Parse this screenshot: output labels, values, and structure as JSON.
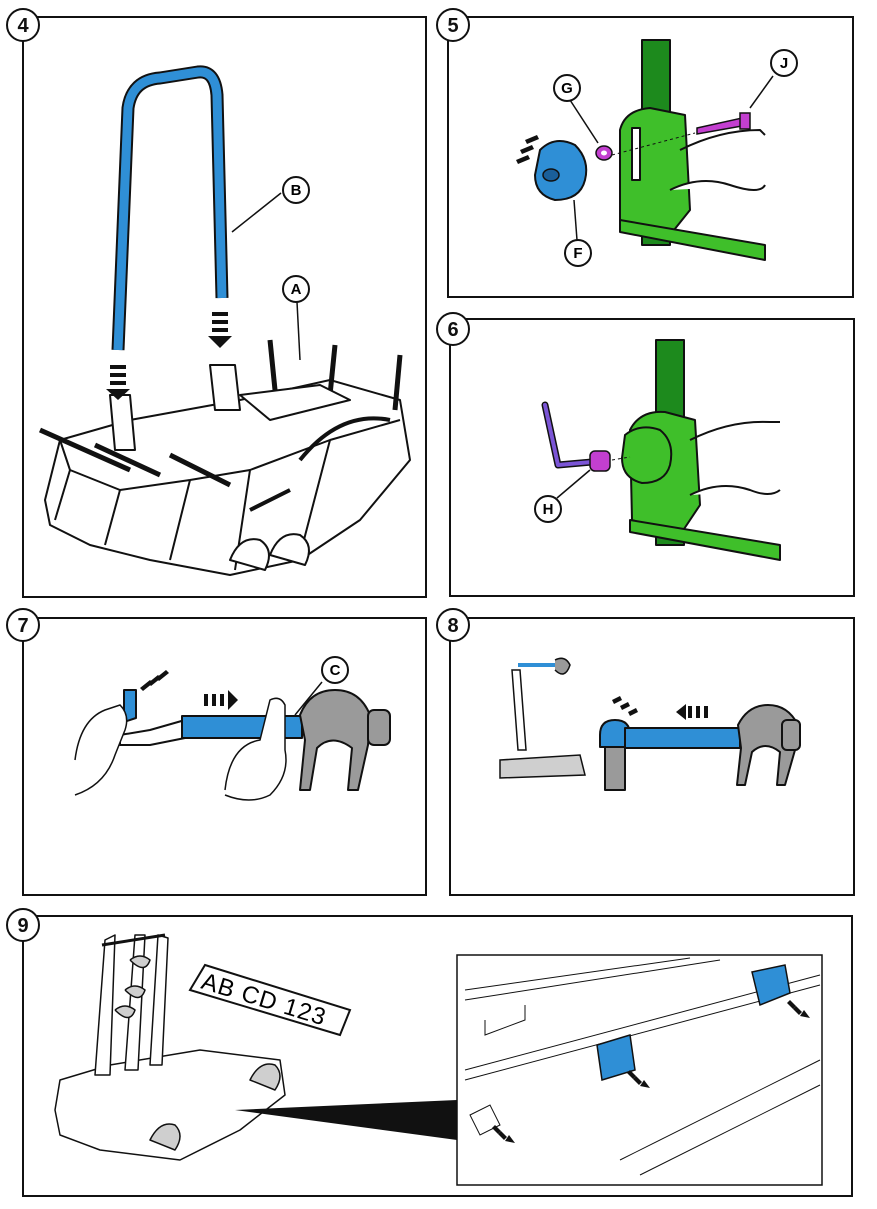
{
  "steps": [
    {
      "number": "4",
      "callouts": [
        "A",
        "B"
      ]
    },
    {
      "number": "5",
      "callouts": [
        "F",
        "G",
        "J"
      ]
    },
    {
      "number": "6",
      "callouts": [
        "H"
      ]
    },
    {
      "number": "7",
      "callouts": [
        "C"
      ]
    },
    {
      "number": "8",
      "callouts": []
    },
    {
      "number": "9",
      "callouts": []
    }
  ],
  "license_plate": "AB CD 123",
  "colors": {
    "blue": "#2f8fd6",
    "green": "#3fbf2a",
    "dark_green": "#1d8a1d",
    "magenta": "#c33fd0",
    "purple": "#7b55d6",
    "grey": "#cfcfcf",
    "outline": "#111111"
  }
}
